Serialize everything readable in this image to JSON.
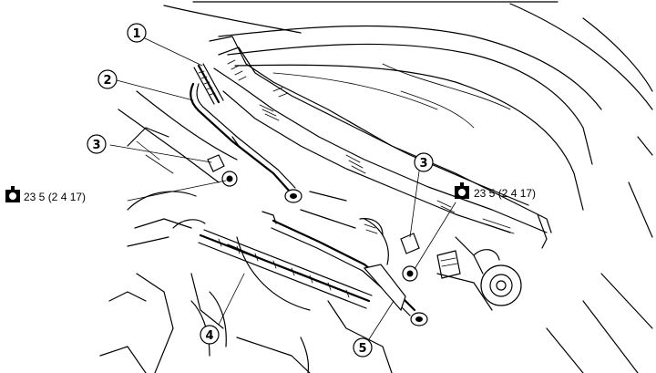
{
  "callouts": [
    {
      "number": "1"
    },
    {
      "number": "2"
    },
    {
      "number": "3"
    },
    {
      "number": "3"
    },
    {
      "number": "4"
    },
    {
      "number": "5"
    }
  ],
  "torque_specs": [
    {
      "text": "23 5 (2 4  17)",
      "icon": "torque-wrench-icon"
    },
    {
      "text": "23 5 (2 4  17)",
      "icon": "torque-wrench-icon"
    }
  ]
}
